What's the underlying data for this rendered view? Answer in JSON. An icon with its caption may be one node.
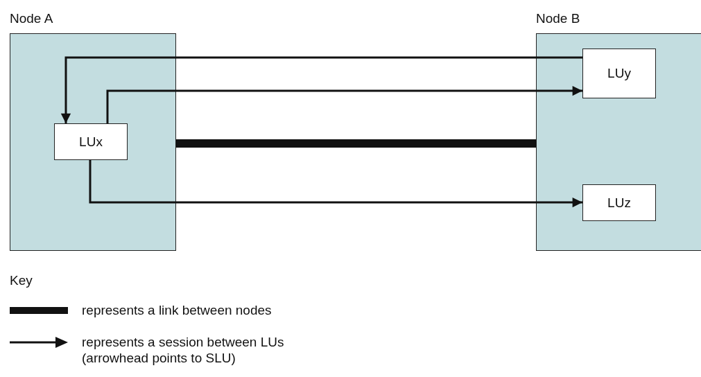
{
  "diagram": {
    "nodes": [
      {
        "text": [
          "Node A"
        ]
      },
      {
        "text": [
          "Node B"
        ]
      },
      {
        "text": [
          "LUx"
        ],
        "in": 0
      },
      {
        "text": [
          "LUy"
        ],
        "in": 1
      },
      {
        "text": [
          "LUz"
        ],
        "in": 1
      }
    ],
    "edges": [
      {
        "from": 3,
        "to": 2,
        "arrow": "to"
      },
      {
        "from": 2,
        "to": 3,
        "arrow": "to"
      },
      {
        "from": 2,
        "to": 4,
        "arrow": "to"
      },
      {
        "from": 0,
        "to": 1,
        "arrow": "none",
        "style": "thick"
      }
    ],
    "labels": [
      "Key"
    ],
    "legend": [
      {
        "text": "represents a link between nodes"
      },
      {
        "text": "represents a session between LUs (arrowhead points to SLU)"
      }
    ]
  }
}
